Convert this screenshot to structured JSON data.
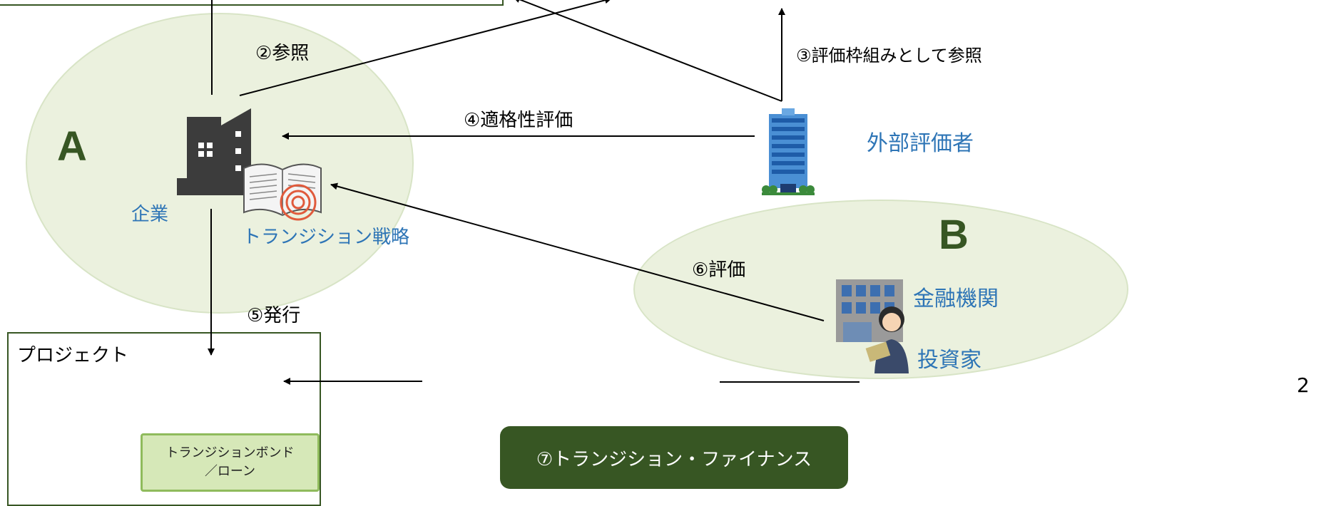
{
  "labels": {
    "ref2": "②参照",
    "ref3": "③評価枠組みとして参照",
    "eval4": "④適格性評価",
    "issue5": "⑤発行",
    "eval6": "⑥評価",
    "finance7": "⑦トランジション・ファイナンス"
  },
  "groups": {
    "a_letter": "A",
    "b_letter": "B"
  },
  "entities": {
    "company": "企業",
    "strategy": "トランジション戦略",
    "external_evaluator": "外部評価者",
    "financial_institution": "金融機関",
    "investor": "投資家",
    "project": "プロジェクト",
    "bond_line1": "トランジションボンド",
    "bond_line2": "／ローン"
  },
  "page_number": "2",
  "colors": {
    "ellipse_fill": "#ebf1de",
    "dark_green": "#375623",
    "entity_blue": "#2e75b6"
  }
}
